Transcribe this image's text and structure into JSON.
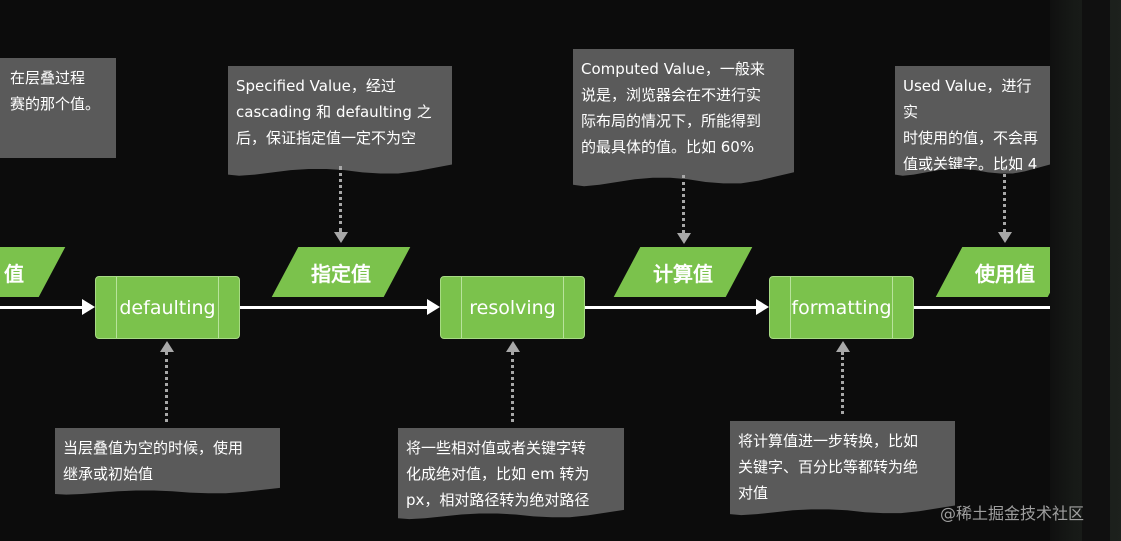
{
  "watermark": "@稀土掘金技术社区",
  "values": {
    "cascaded_partial": "值",
    "specified": "指定值",
    "computed": "计算值",
    "used": "使用值"
  },
  "processes": {
    "defaulting": "defaulting",
    "resolving": "resolving",
    "formatting": "formatting"
  },
  "notes": {
    "cascaded": "在层叠过程\n赛的那个值。",
    "specified": "Specified Value，经过\ncascading 和 defaulting 之\n后，保证指定值一定不为空",
    "computed": "Computed Value，一般来\n说是，浏览器会在不进行实\n际布局的情况下，所能得到\n的最具体的值。比如 60%",
    "used": "Used Value，进行实\n时使用的值，不会再\n值或关键字。比如 4",
    "defaulting": "当层叠值为空的时候，使用\n继承或初始值",
    "resolving": "将一些相对值或者关键字转\n化成绝对值，比如 em 转为\npx，相对路径转为绝对路径",
    "formatting": "将计算值进一步转换，比如\n关键字、百分比等都转为绝\n对值"
  }
}
